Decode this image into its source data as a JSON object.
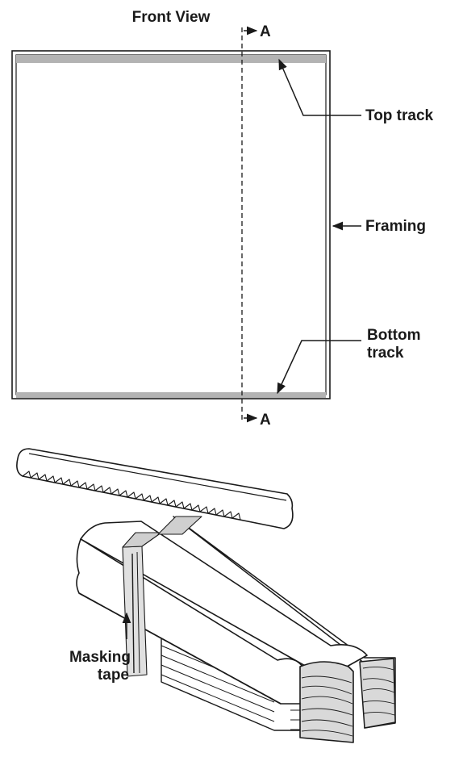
{
  "front_view": {
    "title": "Front View",
    "section_marker_top": "A",
    "section_marker_bottom": "A",
    "labels": {
      "top_track": "Top track",
      "framing": "Framing",
      "bottom_track_line1": "Bottom",
      "bottom_track_line2": "track"
    }
  },
  "cutting_illustration": {
    "masking_tape_line1": "Masking",
    "masking_tape_line2": "tape"
  },
  "colors": {
    "ink": "#1a1a1a",
    "track_fill": "#b3b3b3",
    "wood_end": "#d9d9d9",
    "tape": "#e0e0e0",
    "tape_dark": "#bdbdbd"
  },
  "icons": {
    "leader_arrow": "arrowhead",
    "section_arrow": "arrowhead",
    "saw": "hacksaw-blade"
  }
}
